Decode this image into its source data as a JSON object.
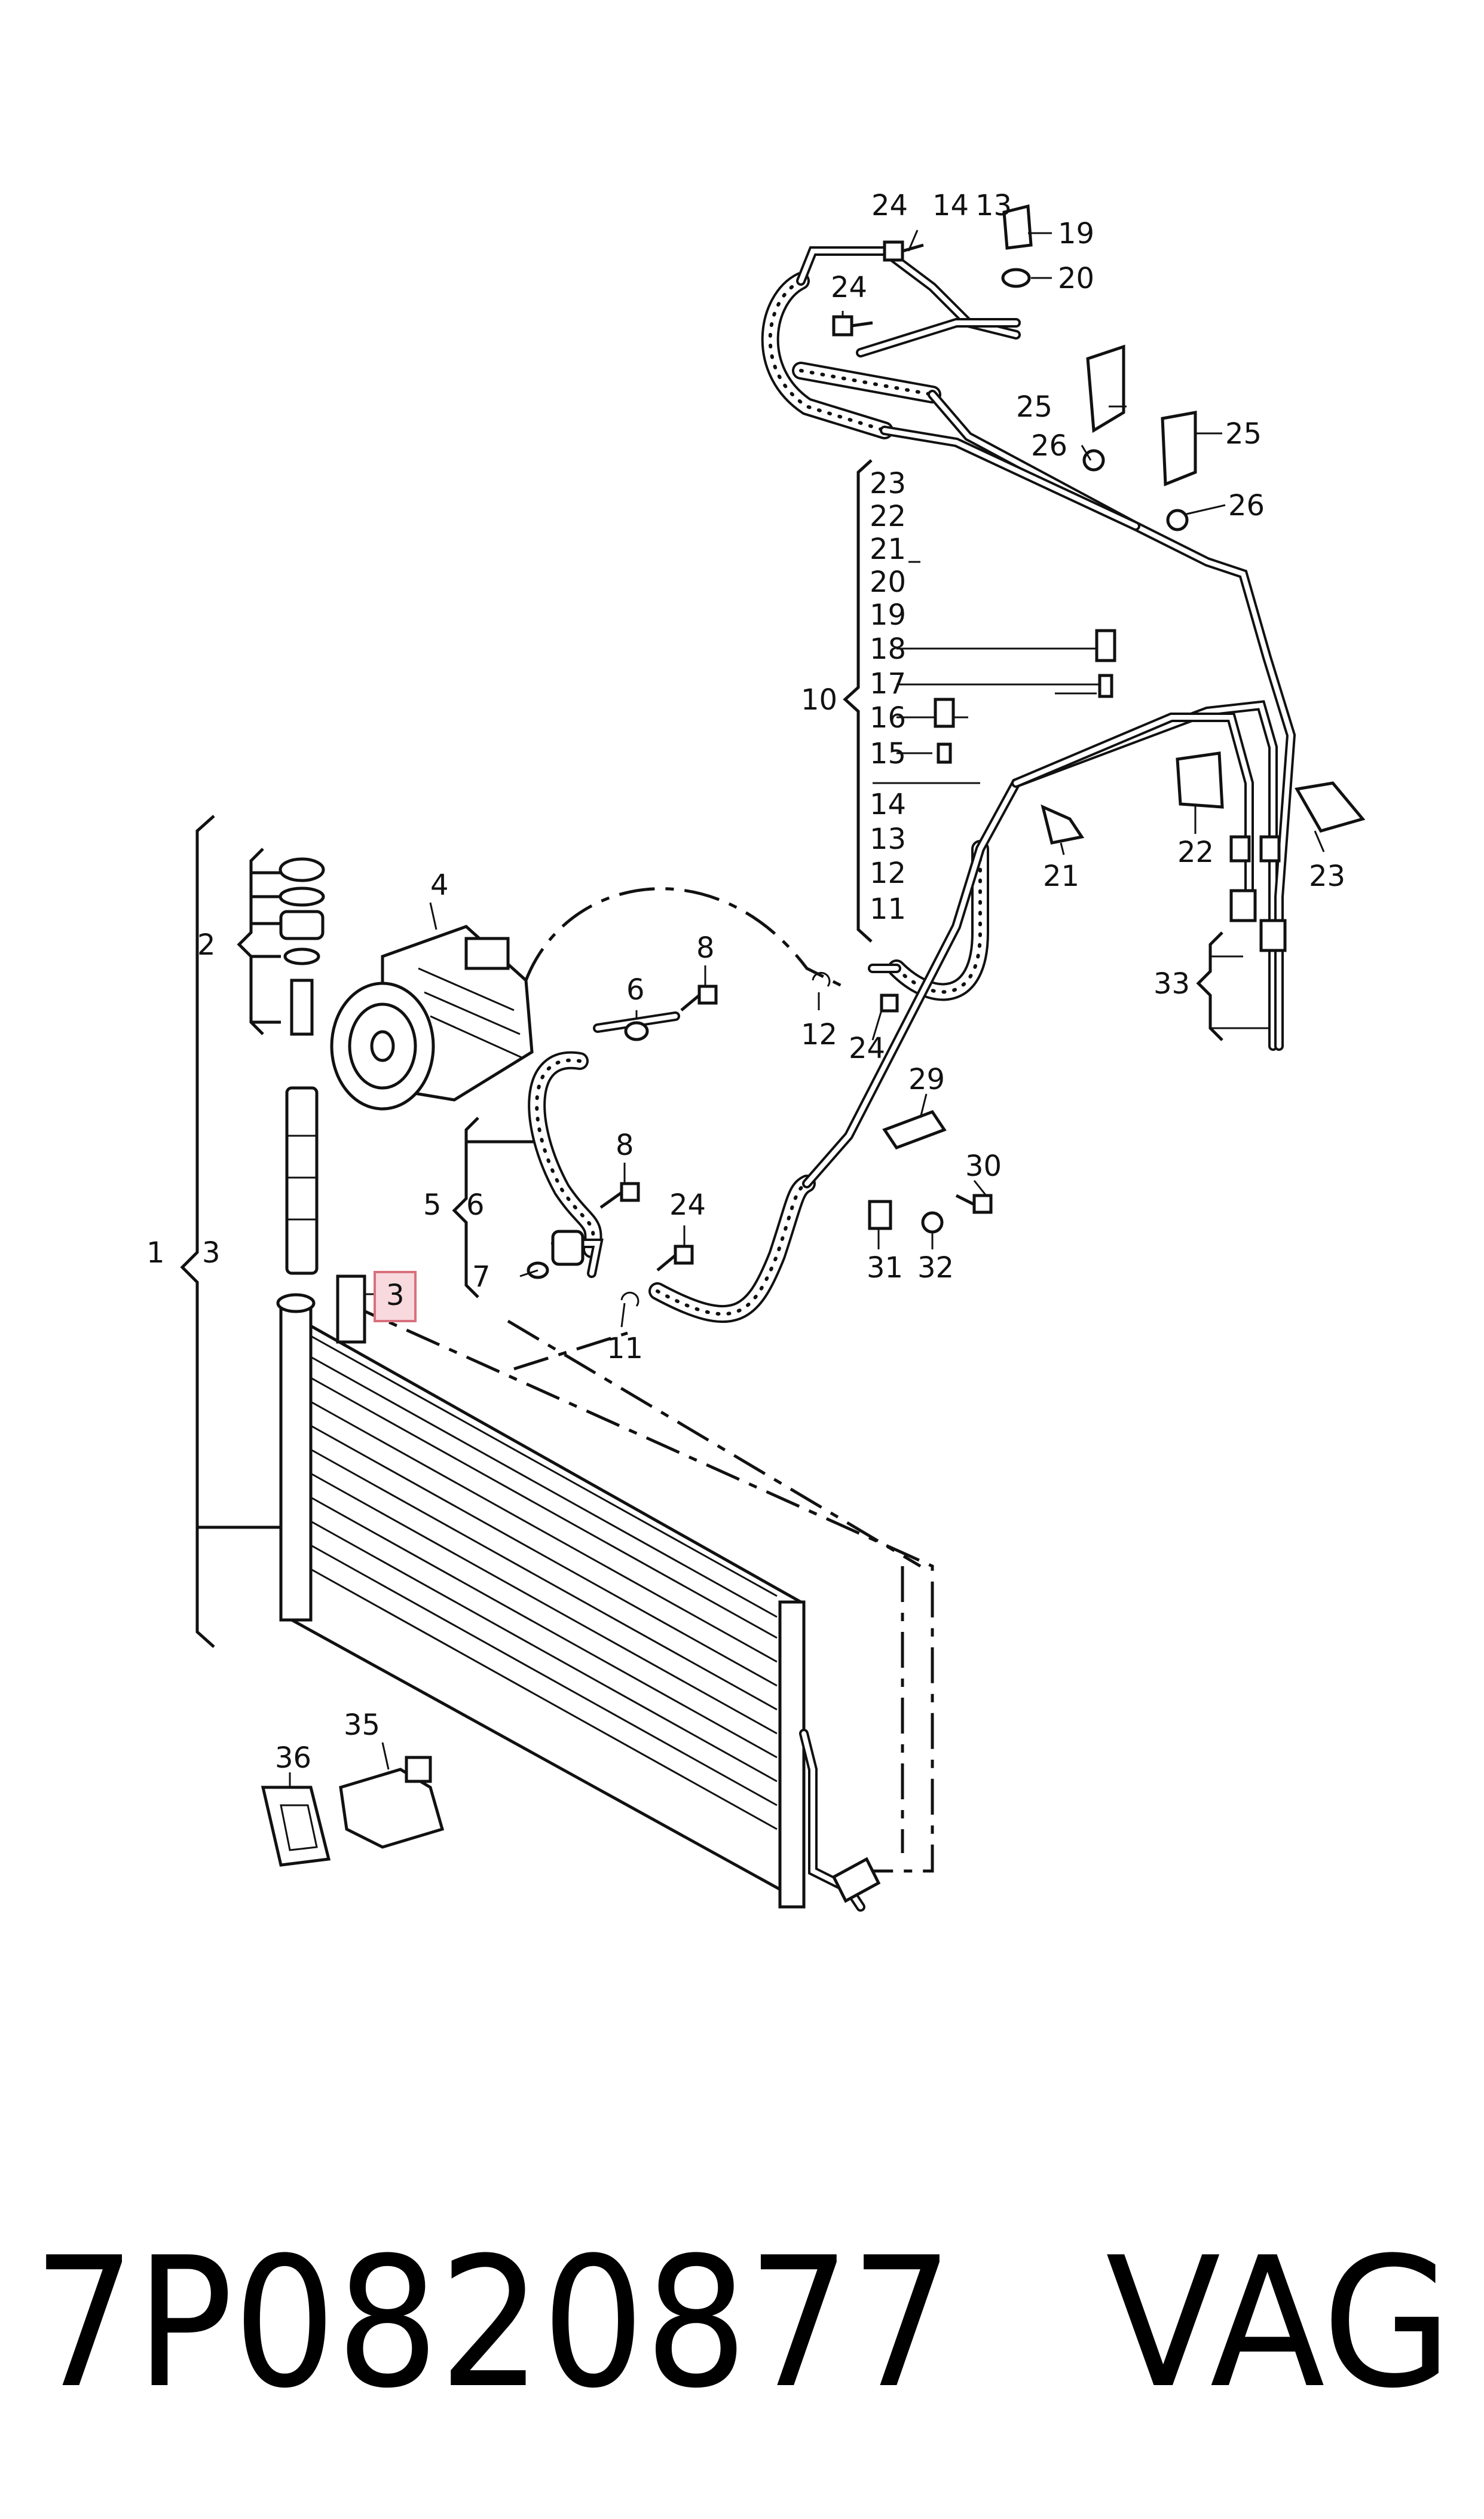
{
  "callouts": {
    "c1": "1",
    "c2": "2",
    "c3a": "3",
    "c3b": "3",
    "c4": "4",
    "c5": "5",
    "c6a": "6",
    "c6b": "6",
    "c7": "7",
    "c8a": "8",
    "c8b": "8",
    "c10": "10",
    "c11a": "11",
    "c11b": "11",
    "c12a": "12",
    "c12b": "12",
    "c13a": "13",
    "c13b": "13",
    "c14a": "14",
    "c14b": "14",
    "c15": "15",
    "c16": "16",
    "c17": "17",
    "c18": "18",
    "c19a": "19",
    "c19b": "19",
    "c20a": "20",
    "c20b": "20",
    "c21a": "21",
    "c21b": "21",
    "c22a": "22",
    "c22b": "22",
    "c23a": "23",
    "c23b": "23",
    "c24a": "24",
    "c24b": "24",
    "c24c": "24",
    "c24d": "24",
    "c25a": "25",
    "c25b": "25",
    "c26a": "26",
    "c26b": "26",
    "c29": "29",
    "c30": "30",
    "c31": "31",
    "c32": "32",
    "c33": "33",
    "c35": "35",
    "c36": "36"
  },
  "highlighted_callout": "3",
  "part_number": "7P0820877",
  "brand": "VAG",
  "colors": {
    "highlight_fill": "#f8d9dd",
    "highlight_border": "#d9707d",
    "line": "#111111"
  }
}
